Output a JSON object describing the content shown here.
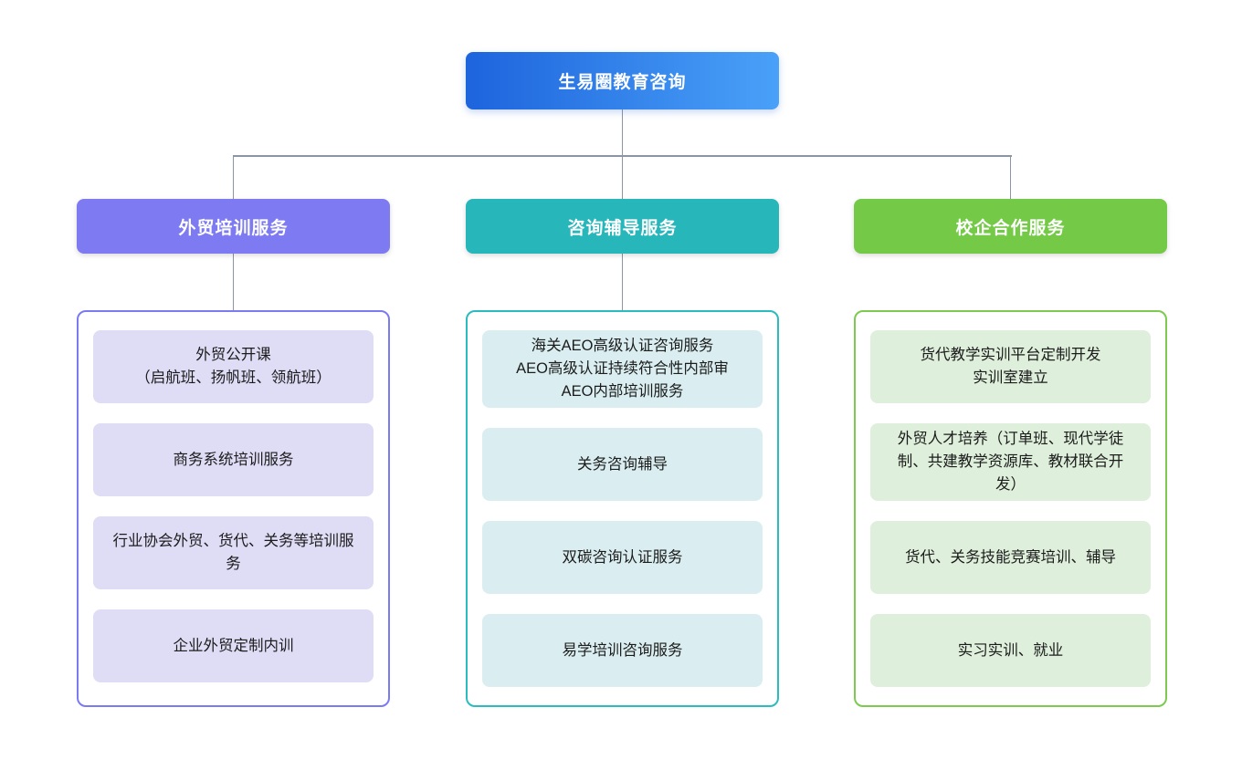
{
  "root": {
    "label": "生易圈教育咨询"
  },
  "palette": {
    "root_gradient_from": "#1d64dd",
    "root_gradient_to": "#4aa1f8",
    "connector_line": "#8b95a3",
    "column1_header_bg": "#7d7af2",
    "column1_border": "#7c7af0",
    "column1_item_bg": "#dfddf6",
    "column2_header_bg": "#27b6ba",
    "column2_border": "#2abcbf",
    "column2_item_bg": "#daeef1",
    "column3_header_bg": "#74ca47",
    "column3_border": "#7ccb50",
    "column3_item_bg": "#def0db",
    "header_text": "#ffffff",
    "item_text": "#1c1c1c"
  },
  "columns": [
    {
      "header": "外贸培训服务",
      "items": [
        "外贸公开课\n（启航班、扬帆班、领航班）",
        "商务系统培训服务",
        "行业协会外贸、货代、关务等培训服务",
        "企业外贸定制内训"
      ]
    },
    {
      "header": "咨询辅导服务",
      "items": [
        "海关AEO高级认证咨询服务\nAEO高级认证持续符合性内部审\nAEO内部培训服务",
        "关务咨询辅导",
        "双碳咨询认证服务",
        "易学培训咨询服务"
      ]
    },
    {
      "header": "校企合作服务",
      "items": [
        "货代教学实训平台定制开发\n实训室建立",
        "外贸人才培养（订单班、现代学徒制、共建教学资源库、教材联合开发）",
        "货代、关务技能竞赛培训、辅导",
        "实习实训、就业"
      ]
    }
  ]
}
